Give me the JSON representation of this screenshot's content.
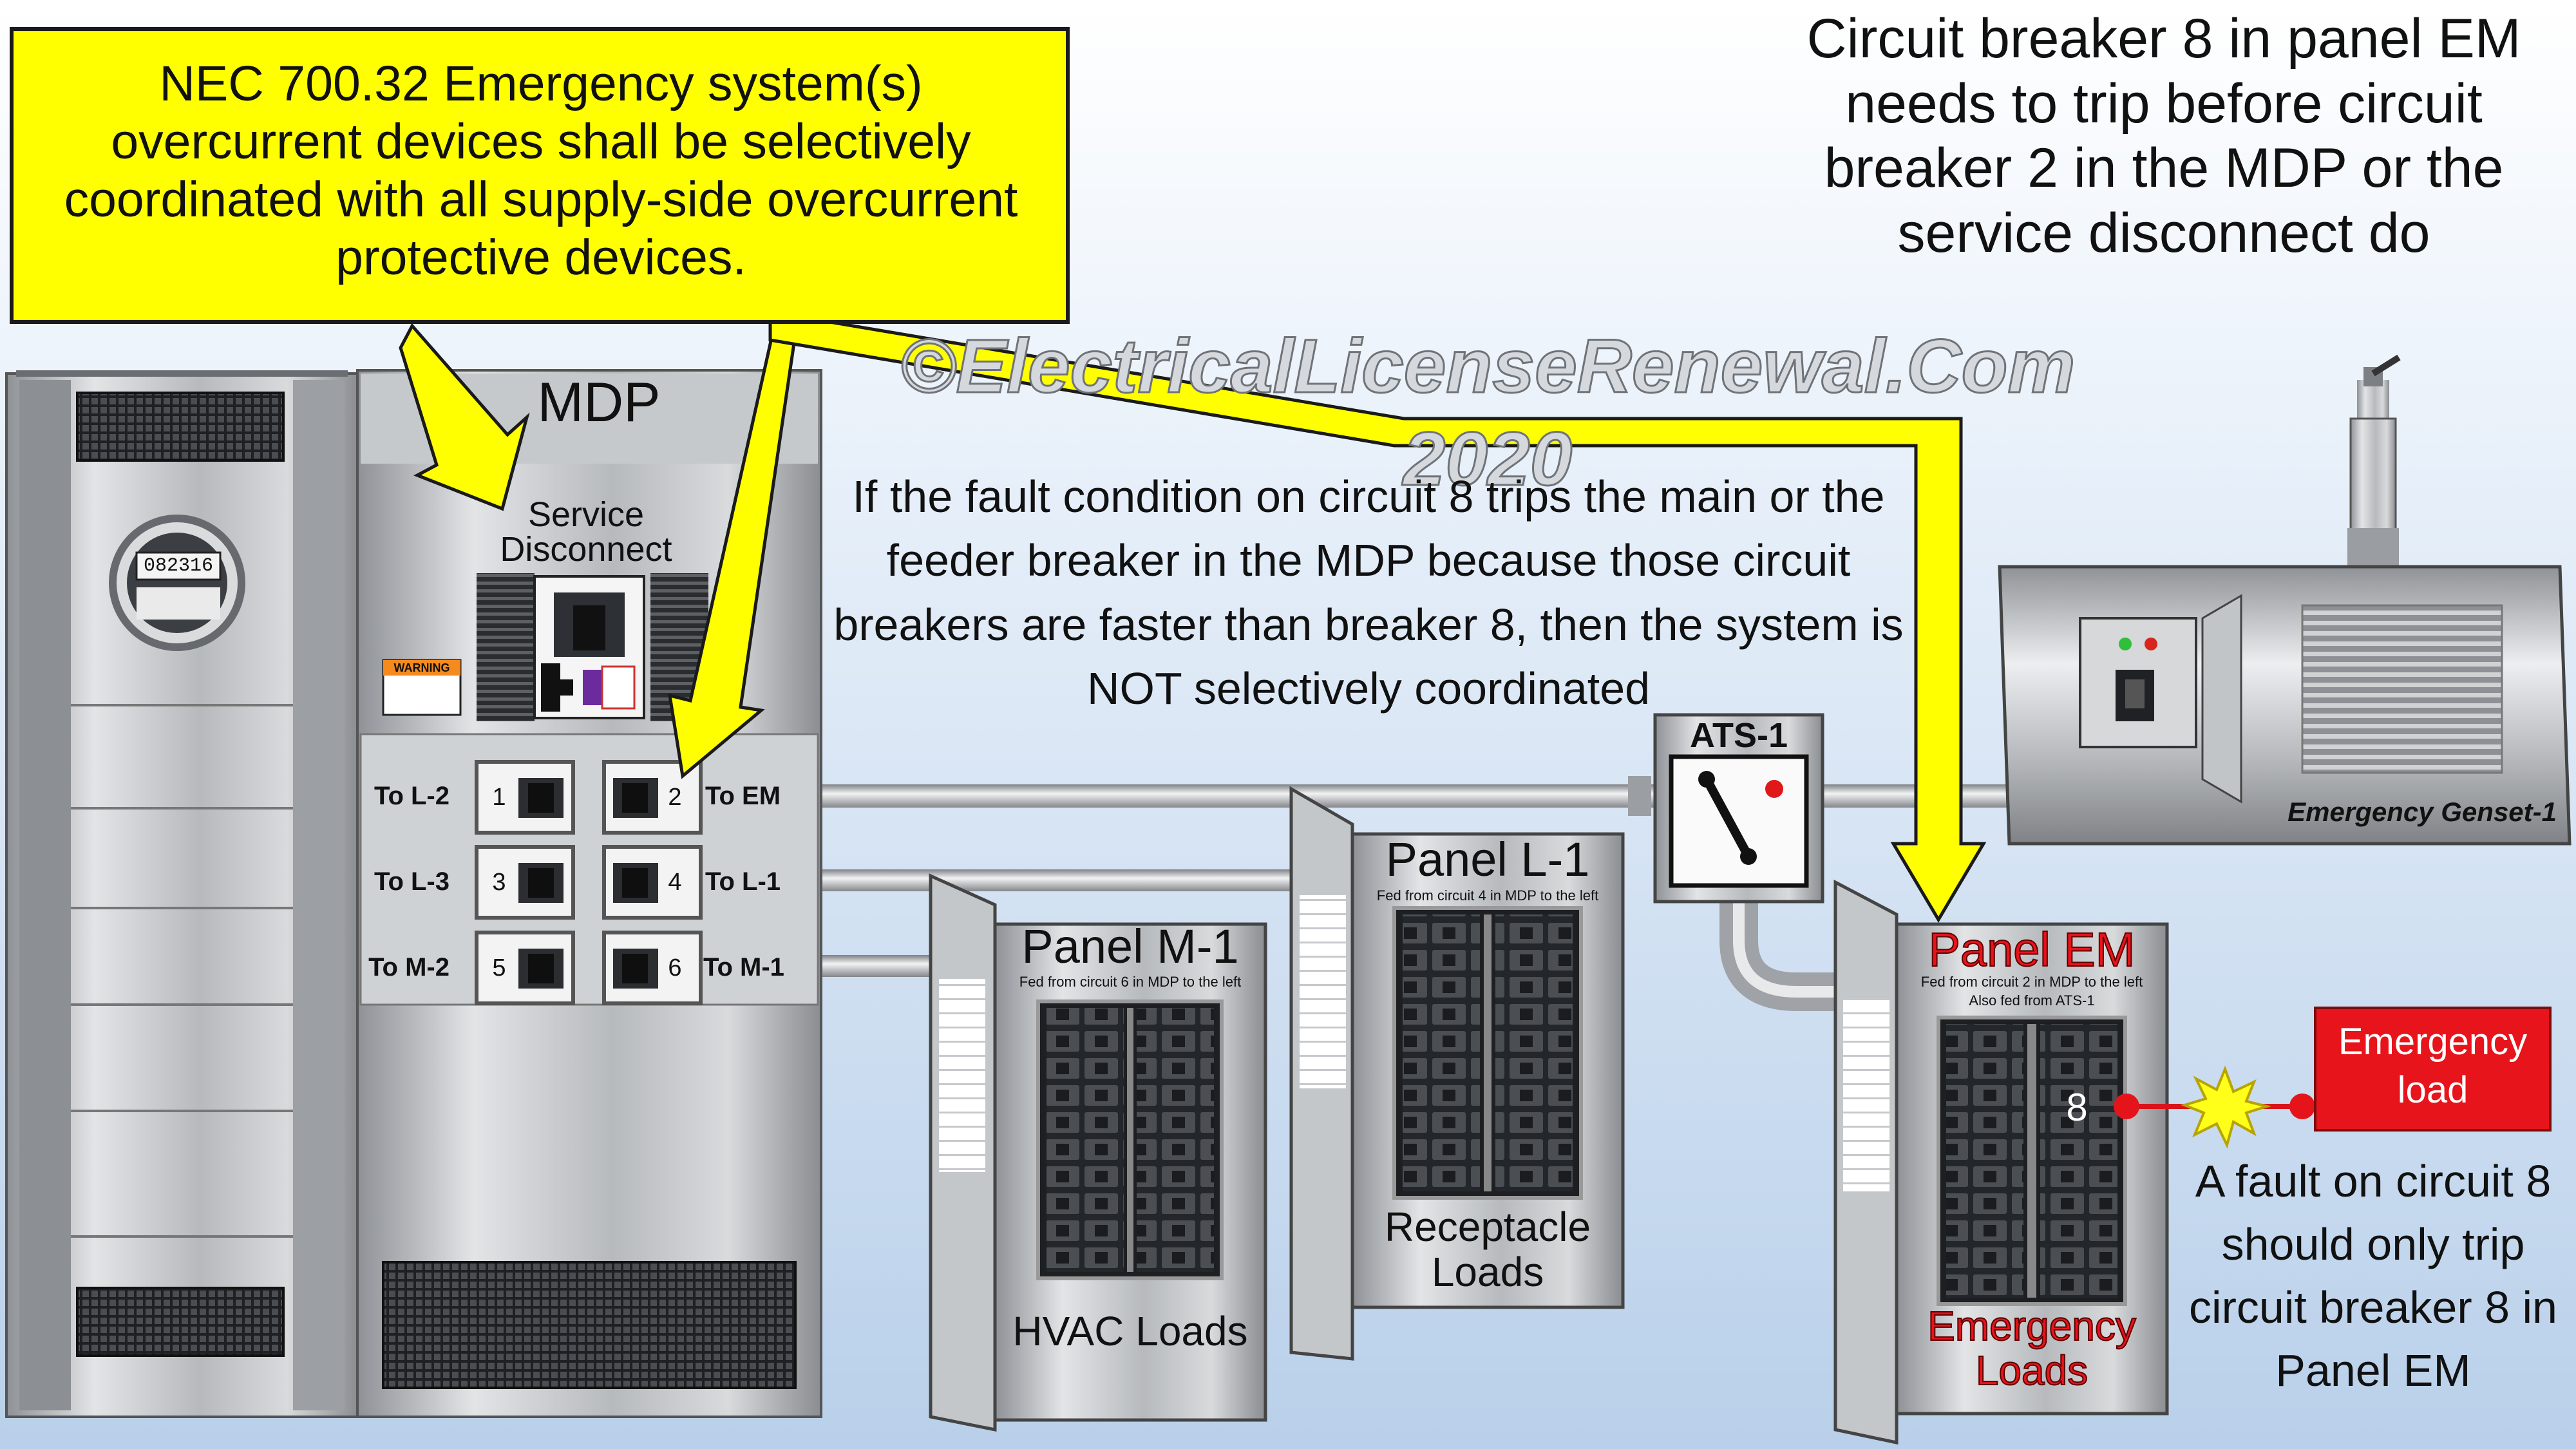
{
  "callout": {
    "text": "NEC 700.32 Emergency system(s) overcurrent devices shall be selectively coordinated with all supply-side overcurrent protective devices."
  },
  "top_right_note": "Circuit breaker 8 in panel EM needs to trip before circuit breaker 2 in the MDP or the service disconnect do",
  "watermark": "©ElectricalLicenseRenewal.Com 2020",
  "fault_note": "If the fault condition on circuit 8 trips the main or the feeder breaker in the MDP because those circuit breakers are faster than breaker 8, then the system is NOT selectively coordinated",
  "meter": {
    "reading": "082316"
  },
  "mdp": {
    "title": "MDP",
    "service_disconnect": "Service Disconnect",
    "warning": "WARNING",
    "breakers": [
      {
        "number": "1",
        "label": "To L-2"
      },
      {
        "number": "2",
        "label": "To EM"
      },
      {
        "number": "3",
        "label": "To L-3"
      },
      {
        "number": "4",
        "label": "To L-1"
      },
      {
        "number": "5",
        "label": "To M-2"
      },
      {
        "number": "6",
        "label": "To M-1"
      }
    ]
  },
  "ats": {
    "label": "ATS-1"
  },
  "genset": {
    "label": "Emergency Genset-1"
  },
  "panels": {
    "m1": {
      "title": "Panel M-1",
      "subtitle": "Fed from circuit 6 in MDP to the left",
      "loads": "HVAC Loads"
    },
    "l1": {
      "title": "Panel L-1",
      "subtitle": "Fed from circuit 4 in MDP to the left",
      "loads": "Receptacle Loads"
    },
    "em": {
      "title": "Panel EM",
      "subtitle": "Fed from circuit 2 in MDP to the left",
      "subtitle2": "Also fed from ATS-1",
      "loads": "Emergency Loads",
      "breaker": "8"
    }
  },
  "emergency_load": "Emergency load",
  "fault_result": "A fault on circuit 8 should only trip circuit breaker 8 in Panel EM",
  "colors": {
    "callout_yellow": "#ffff00",
    "load_red": "#e8141b",
    "emergency_text_red": "#e8141b"
  }
}
